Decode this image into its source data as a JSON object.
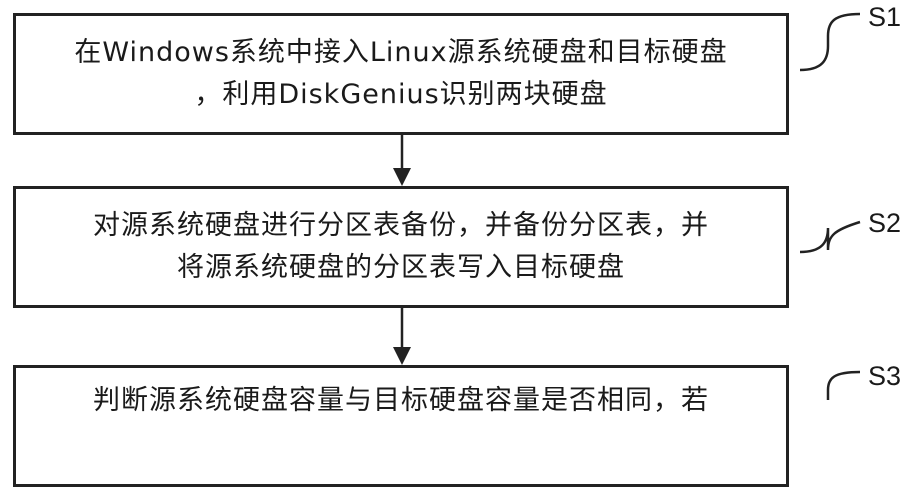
{
  "steps": [
    {
      "id": "S1",
      "label": "S1",
      "lines": [
        "在Windows系统中接入Linux源系统硬盘和目标硬盘",
        "，利用DiskGenius识别两块硬盘"
      ]
    },
    {
      "id": "S2",
      "label": "S2",
      "lines": [
        "对源系统硬盘进行分区表备份，并备份分区表，并",
        "将源系统硬盘的分区表写入目标硬盘"
      ]
    },
    {
      "id": "S3",
      "label": "S3",
      "lines": [
        "判断源系统硬盘容量与目标硬盘容量是否相同，若"
      ]
    }
  ],
  "colors": {
    "line": "#222222",
    "background": "#ffffff"
  }
}
